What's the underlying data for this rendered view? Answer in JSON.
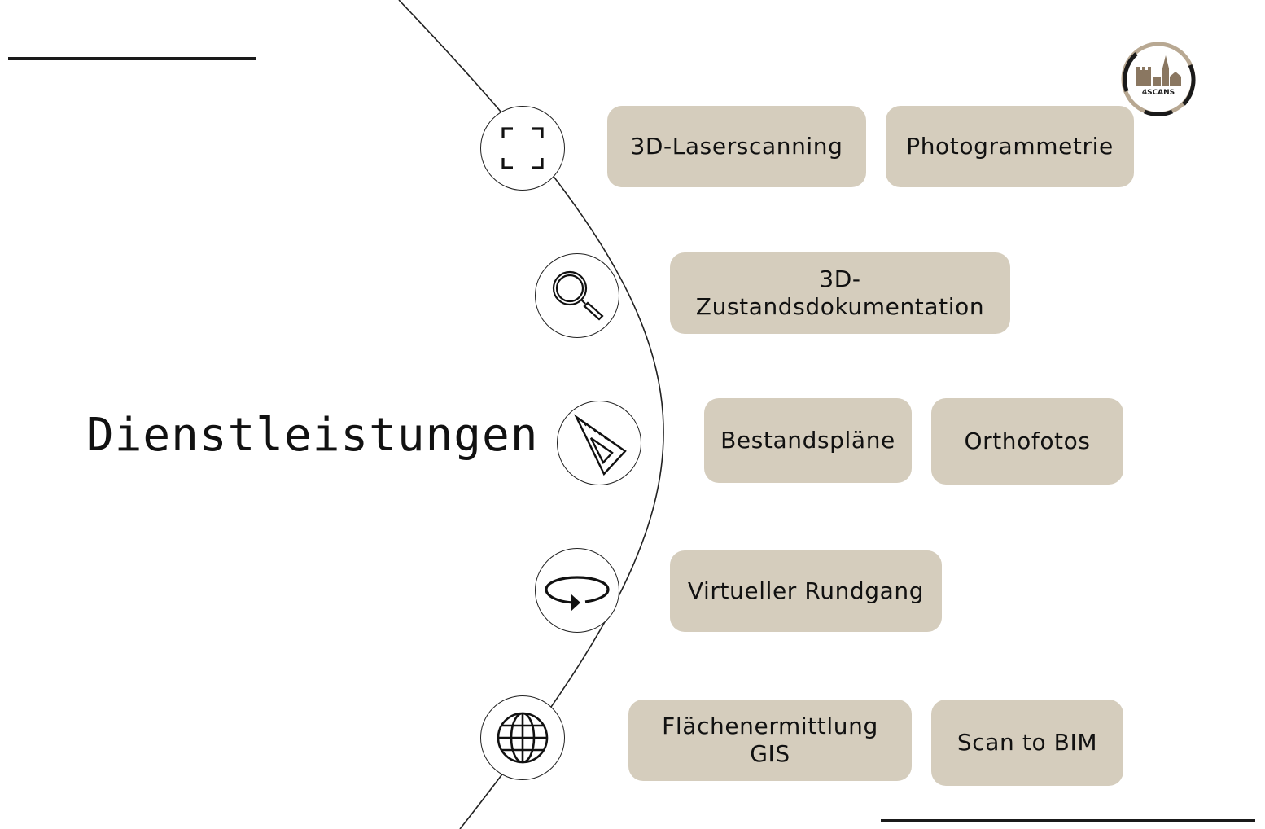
{
  "title": "Dienstleistungen",
  "logo": {
    "text": "4SCANS",
    "colors": {
      "ring_dark": "#1a1a1a",
      "ring_light": "#b8a892",
      "emblem": "#8a7761"
    }
  },
  "colors": {
    "chip_bg": "#d5cdbd",
    "line": "#222222",
    "background": "#ffffff"
  },
  "services": [
    {
      "icon": "scan-frame-icon",
      "chips": [
        {
          "lines": [
            "3D-Laserscanning"
          ]
        },
        {
          "lines": [
            "Photogrammetrie"
          ]
        }
      ]
    },
    {
      "icon": "magnifier-icon",
      "chips": [
        {
          "lines": [
            "3D-Zustandsdokumentation"
          ]
        }
      ]
    },
    {
      "icon": "set-square-icon",
      "chips": [
        {
          "lines": [
            "Bestandspläne"
          ]
        },
        {
          "lines": [
            "Orthofotos"
          ]
        }
      ]
    },
    {
      "icon": "rotate-360-icon",
      "chips": [
        {
          "lines": [
            "Virtueller Rundgang"
          ]
        }
      ]
    },
    {
      "icon": "globe-icon",
      "chips": [
        {
          "lines": [
            "Flächenermittlung",
            "GIS"
          ]
        },
        {
          "lines": [
            "Scan to BIM"
          ]
        }
      ]
    }
  ]
}
